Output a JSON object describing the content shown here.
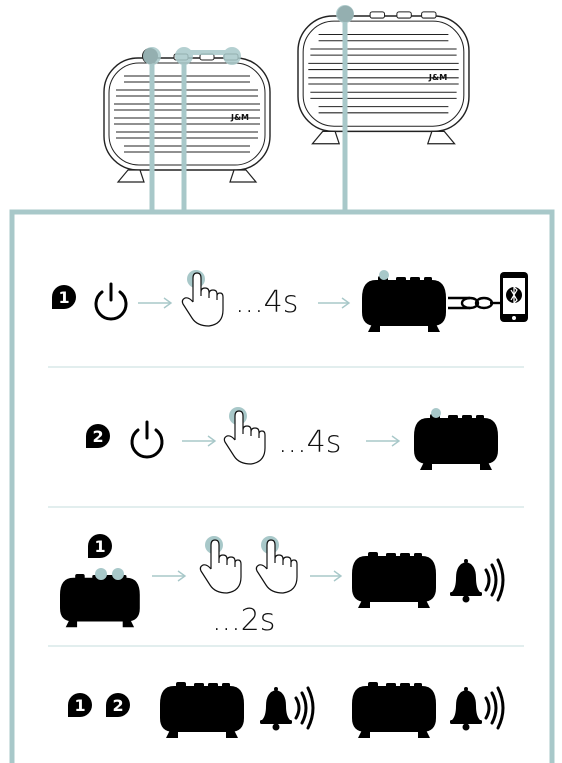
{
  "colors": {
    "accent": "#a8c8c9",
    "ink": "#000000",
    "divider": "#c6dcdc",
    "arrow": "#a8c8c9"
  },
  "speakers": {
    "brand_mark": "J&M",
    "left": {
      "name": "speaker-left-drawing"
    },
    "right": {
      "name": "speaker-right-drawing"
    }
  },
  "steps": [
    {
      "badge": "1",
      "icons": [
        "power-icon",
        "press-finger-icon",
        "speaker-icon",
        "chain-link-icon",
        "phone-bluetooth-icon"
      ],
      "duration": "...4s"
    },
    {
      "badge": "2",
      "icons": [
        "power-icon",
        "press-finger-icon",
        "speaker-icon"
      ],
      "duration": "...4s"
    },
    {
      "badge": "1",
      "icons": [
        "speaker-icon",
        "press-finger-icon",
        "press-finger-icon",
        "speaker-icon",
        "bell-sound-icon"
      ],
      "duration": "...2s"
    },
    {
      "badges": [
        "1",
        "2"
      ],
      "icons": [
        "speaker-icon",
        "bell-sound-icon",
        "speaker-icon",
        "bell-sound-icon"
      ]
    }
  ]
}
